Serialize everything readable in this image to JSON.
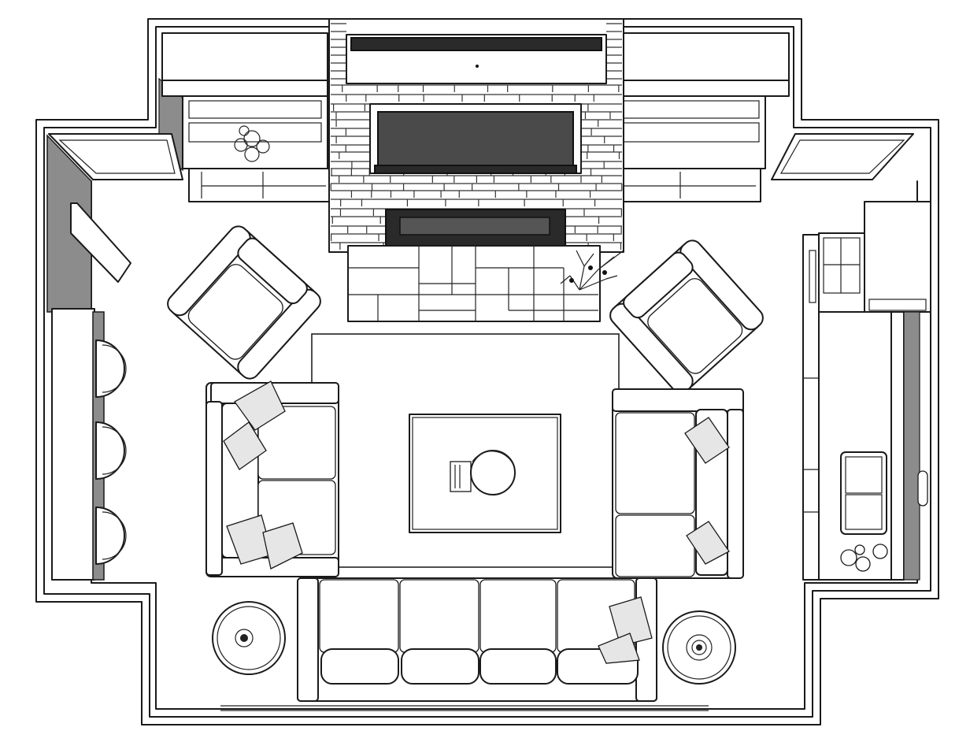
{
  "diagram": {
    "kind": "top-down living room floor plan (line drawing)",
    "colors": {
      "line": "#1a1a1a",
      "wall_shadow": "#8c8c8c",
      "screen": "#4a4a4a",
      "firebox": "#2a2a2a",
      "background": "#ffffff"
    },
    "elements": [
      "outer-wall",
      "built-in-cabinets-left",
      "built-in-cabinets-right",
      "stone-fireplace",
      "tv-screen",
      "fireplace-insert",
      "hearth-tiles",
      "armchair-left",
      "armchair-right",
      "area-rug",
      "loveseat-left",
      "loveseat-right",
      "coffee-table",
      "sofa",
      "side-table-left",
      "side-table-right",
      "bar-counter",
      "bar-stools",
      "kitchenette-cabinets",
      "plant"
    ]
  }
}
